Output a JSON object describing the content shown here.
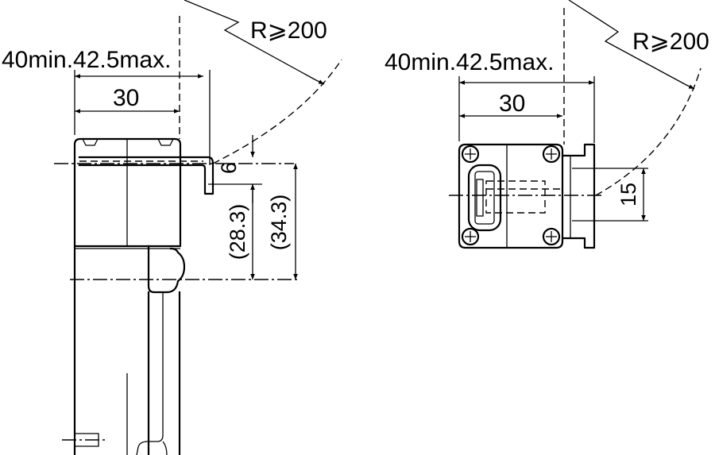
{
  "left_view": {
    "dim_overall": "40min.42.5max.",
    "dim_body": "30",
    "radius": "R⩾200",
    "dim_small": "6",
    "dim_inner": "(28.3)",
    "dim_outer": "(34.3)"
  },
  "right_view": {
    "dim_overall": "40min.42.5max.",
    "dim_body": "30",
    "radius": "R⩾200",
    "dim_offset": "15"
  }
}
